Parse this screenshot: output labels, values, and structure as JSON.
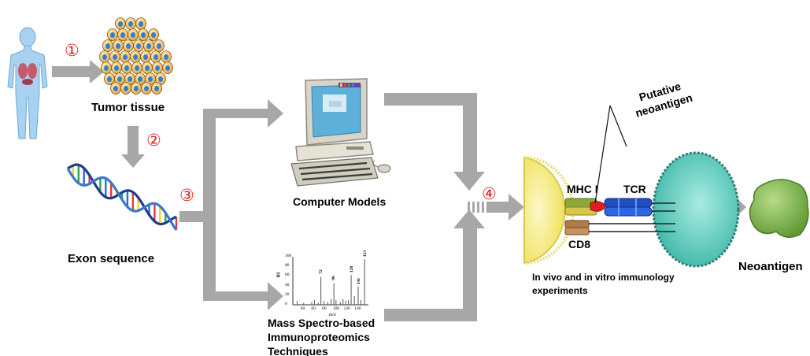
{
  "labels": {
    "tumor_tissue": "Tumor tissue",
    "exon_sequence": "Exon sequence",
    "computer_models": "Computer Models",
    "mass_spec_line1": "Mass Spectro-based",
    "mass_spec_line2": "Immunoproteomics",
    "mass_spec_line3": "Techniques",
    "putative_line1": "Putative",
    "putative_line2": "neoantigen",
    "mhc": "MHC I",
    "tcr": "TCR",
    "cd8": "CD8",
    "immunology_line1": "In vivo and in vitro immunology",
    "immunology_line2": "experiments",
    "neoantigen": "Neoantigen"
  },
  "steps": [
    "①",
    "②",
    "③",
    "④"
  ],
  "spectrum": {
    "y_axis_label": "RI",
    "x_axis_label": "m/z",
    "y_ticks": [
      "0",
      "20",
      "40",
      "60",
      "80",
      "100"
    ],
    "x_ticks": [
      "40",
      "60",
      "80",
      "100",
      "120",
      "140"
    ],
    "peak_labels": [
      "72",
      "96",
      "128",
      "141",
      "153"
    ]
  },
  "colors": {
    "arrow": "#a9a6a6",
    "step_number": "#e0201c",
    "cell_left": "#f6ec7a",
    "cell_right": "#5fd0c2",
    "neoantigen_blob": "#7fb84a",
    "mhc_green": "#8ba83a",
    "tcr_blue": "#1f4fc0",
    "cd8_brown": "#b07a4a"
  }
}
